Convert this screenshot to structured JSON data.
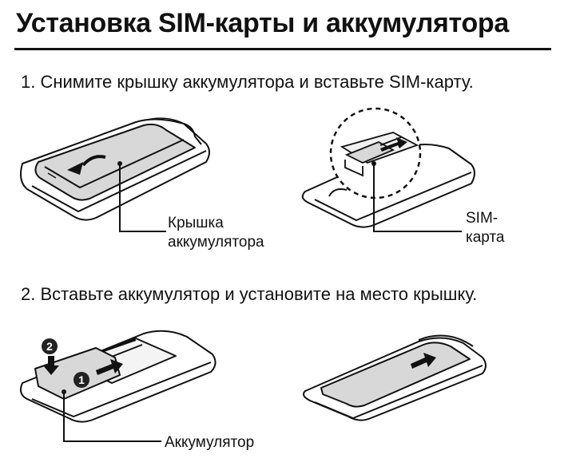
{
  "page": {
    "title": "Установка SIM-карты и аккумулятора"
  },
  "steps": [
    {
      "text": "1. Снимите крышку аккумулятора и вставьте SIM-карту."
    },
    {
      "text": "2. Вставьте аккумулятор и установите на место крышку."
    }
  ],
  "callouts": {
    "battery_cover": [
      "Крышка",
      "аккумулятора"
    ],
    "sim_card": [
      "SIM-",
      "карта"
    ],
    "battery": "Аккумулятор"
  },
  "markers": [
    "2",
    "1"
  ],
  "colors": {
    "line": "#111111",
    "cover_fill": "#d8d8d8",
    "phone_fill": "#ffffff",
    "marker_fill": "#222222"
  }
}
